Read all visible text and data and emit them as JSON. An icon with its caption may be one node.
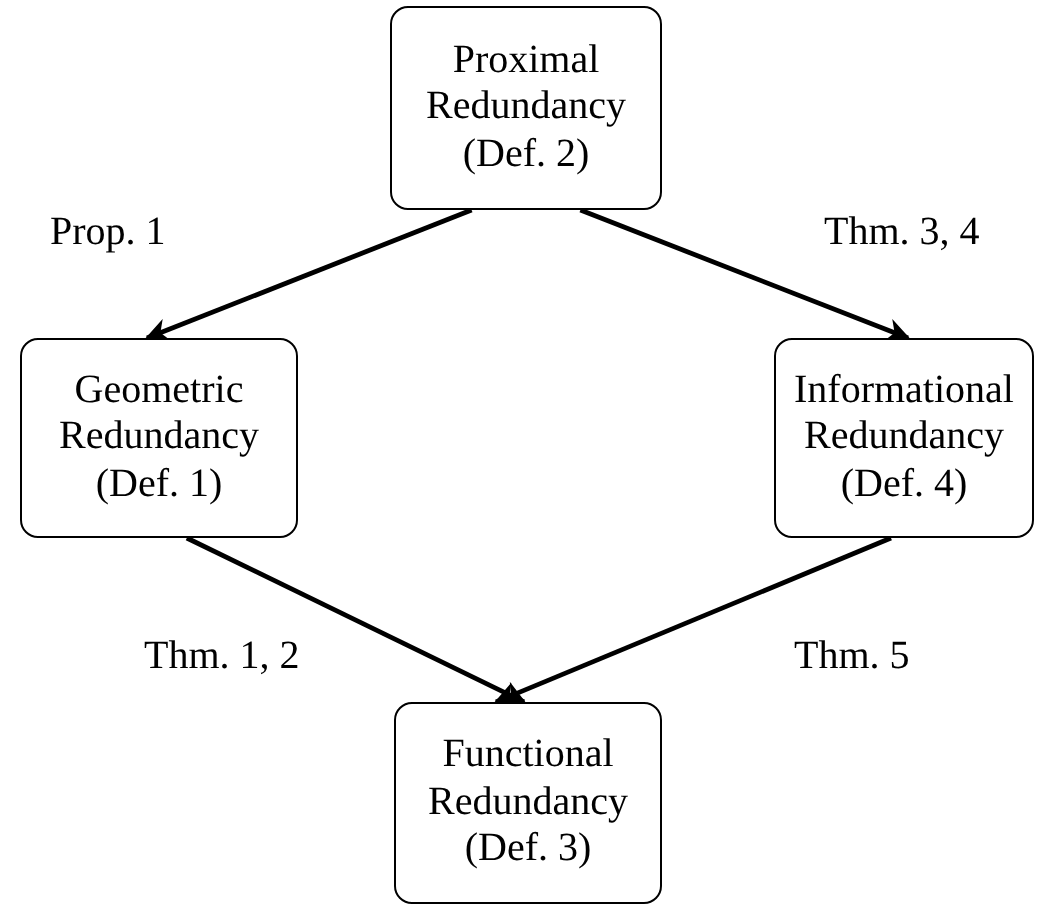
{
  "diagram": {
    "nodes": [
      {
        "text": [
          "Proximal Redundancy (Def. 2)"
        ]
      },
      {
        "text": [
          "Geometric Redundancy (Def. 1)"
        ]
      },
      {
        "text": [
          "Informational Redundancy (Def. 4)"
        ]
      },
      {
        "text": [
          "Functional Redundancy (Def. 3)"
        ]
      }
    ],
    "edges": [
      {
        "from": 0,
        "to": 1,
        "arrow": "to",
        "label": "Prop. 1"
      },
      {
        "from": 0,
        "to": 2,
        "arrow": "to",
        "label": "Thm. 3, 4"
      },
      {
        "from": 1,
        "to": 3,
        "arrow": "to",
        "label": "Thm. 1, 2"
      },
      {
        "from": 2,
        "to": 3,
        "arrow": "to",
        "label": "Thm. 5"
      }
    ]
  }
}
